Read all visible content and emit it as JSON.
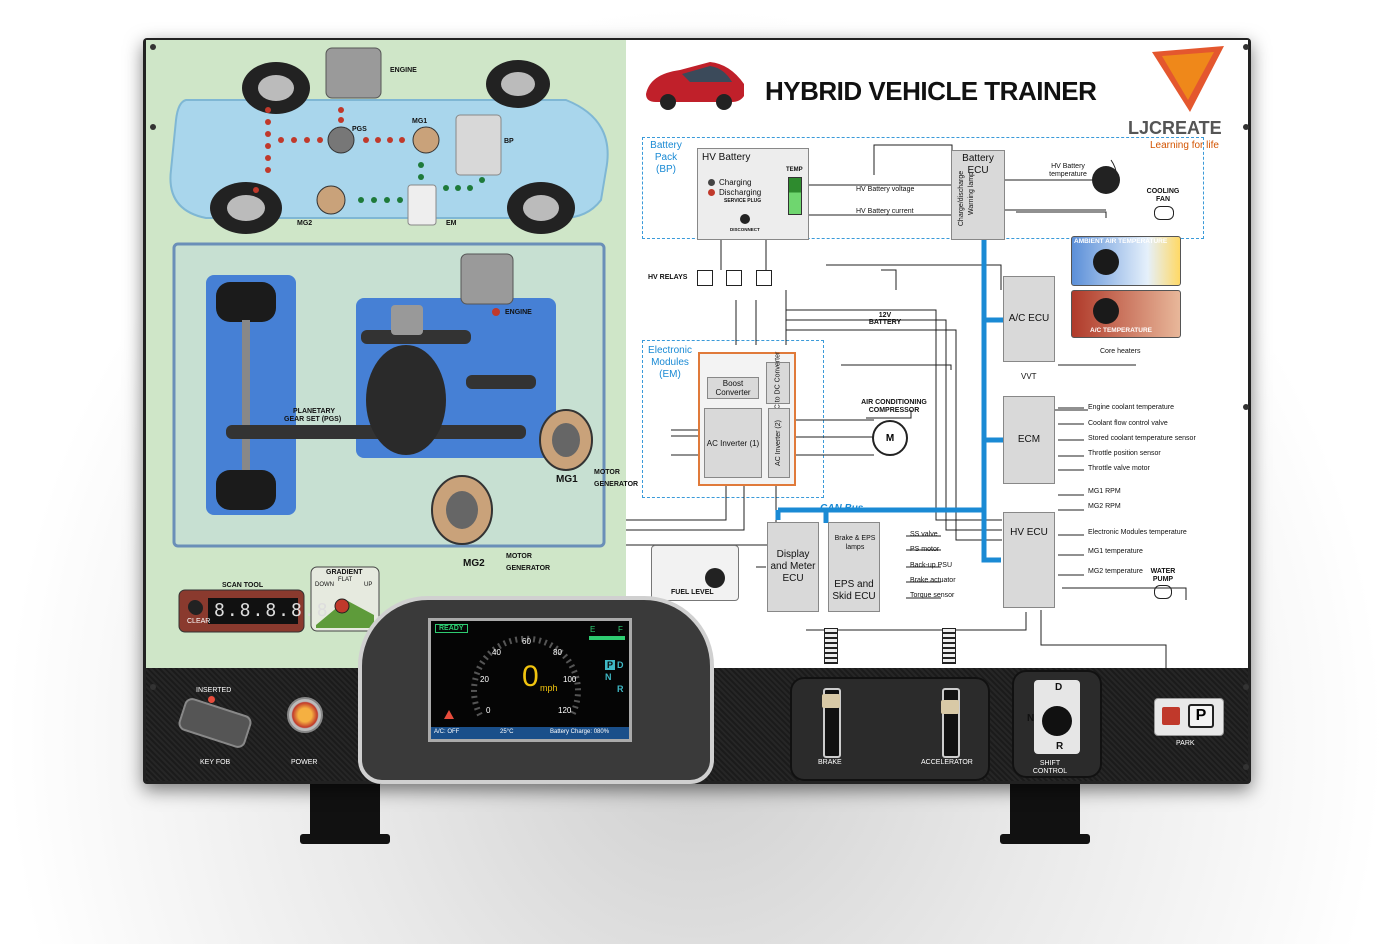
{
  "header": {
    "title": "HYBRID VEHICLE TRAINER",
    "brand": "LJCREATE",
    "tagline": "Learning for life"
  },
  "drivetrain": {
    "engine": "ENGINE",
    "pgs": "PGS",
    "mg1": "MG1",
    "bp": "BP",
    "mg2": "MG2",
    "em": "EM"
  },
  "gearbox": {
    "engine": "ENGINE",
    "pgs_line1": "PLANETARY",
    "pgs_line2": "GEAR SET (PGS)",
    "mg1": "MG1",
    "mg2": "MG2",
    "motor": "MOTOR",
    "generator": "GENERATOR"
  },
  "groups": {
    "battery_pack": "Battery Pack (BP)",
    "electronic_modules": "Electronic Modules (EM)"
  },
  "hv_battery": {
    "title": "HV Battery",
    "charging": "Charging",
    "discharging": "Discharging",
    "service_plug": "SERVICE PLUG",
    "disconnect": "DISCONNECT",
    "temp": "TEMP"
  },
  "blocks": {
    "battery_ecu": "Battery ECU",
    "ac_ecu": "A/C ECU",
    "ecm": "ECM",
    "hv_ecu": "HV ECU",
    "display_ecu": "Display and Meter ECU",
    "eps_ecu": "EPS and Skid ECU",
    "eps_lamps": "Brake & EPS lamps",
    "boost": "Boost Converter",
    "dcdc": "DC to DC Converter",
    "inv1": "AC Inverter (1)",
    "inv2": "AC Inverter (2)",
    "hv_relays": "HV RELAYS",
    "battery_12v": "12V BATTERY",
    "compressor": "AIR CONDITIONING COMPRESSOR",
    "cooling_fan": "COOLING FAN",
    "water_pump": "WATER PUMP",
    "can_bus": "CAN Bus",
    "ambient": "AMBIENT AIR TEMPERATURE",
    "ac_temp": "A/C TEMPERATURE",
    "fuel_level": "FUEL LEVEL",
    "vvt": "VVT",
    "charge_discharge": "Charge/discharge",
    "warning_lamp": "Warning lamp"
  },
  "signals": {
    "hv_voltage": "HV Battery voltage",
    "hv_current": "HV Battery current",
    "hv_temp": "HV Battery temperature",
    "core_heaters": "Core heaters",
    "ecm_inputs": [
      "Engine coolant temperature",
      "Coolant flow control valve",
      "Stored coolant temperature sensor",
      "Throttle position sensor",
      "Throttle valve motor"
    ],
    "hv_inputs": [
      "MG1 RPM",
      "MG2 RPM",
      "Electronic Modules temperature",
      "MG1 temperature",
      "MG2 temperature"
    ],
    "eps_outputs": [
      "SS valve",
      "PS motor",
      "Back-up PSU",
      "Brake actuator",
      "Torque sensor"
    ]
  },
  "dashboard": {
    "scan_tool": "SCAN TOOL",
    "clear": "CLEAR",
    "gradient": "GRADIENT",
    "down": "DOWN",
    "flat": "FLAT",
    "up": "UP",
    "ready": "READY",
    "speed": "0",
    "unit": "mph",
    "ticks": [
      "0",
      "20",
      "40",
      "60",
      "80",
      "100",
      "120"
    ],
    "gear_p": "P",
    "gear_n": "N",
    "gear_d": "D",
    "gear_r": "R",
    "ac_status": "A/C: OFF",
    "outside_temp": "25°C",
    "battery_charge": "Battery Charge: 080%",
    "fuel_e": "E",
    "fuel_f": "F"
  },
  "controls": {
    "inserted": "INSERTED",
    "key_fob": "KEY FOB",
    "power": "POWER",
    "brake": "BRAKE",
    "accelerator": "ACCELERATOR",
    "shift": "SHIFT CONTROL",
    "park": "PARK",
    "park_letter": "P",
    "shift_d": "D",
    "shift_n": "N",
    "shift_r": "R"
  }
}
